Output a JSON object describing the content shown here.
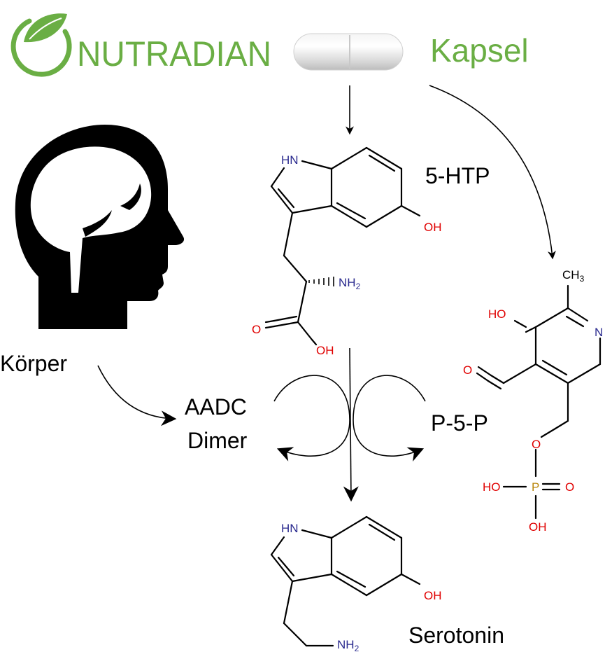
{
  "brand": {
    "name": "NUTRADIAN",
    "color": "#6aae44",
    "logo_icon": "leaf-circle-logo"
  },
  "capsule": {
    "label": "Kapsel",
    "icon": "capsule-icon"
  },
  "body": {
    "label": "Körper",
    "icon": "head-brain-icon"
  },
  "enzyme": {
    "line1": "AADC",
    "line2": "Dimer"
  },
  "molecules": {
    "htp": "5-HTP",
    "p5p": "P-5-P",
    "serotonin": "Serotonin"
  },
  "atoms": {
    "hn": "HN",
    "oh": "OH",
    "nh2_n": "NH",
    "nh2_sub": "2",
    "o": "O",
    "ho": "HO",
    "n": "N",
    "ch3_c": "CH",
    "ch3_sub": "3",
    "p": "P"
  },
  "colors": {
    "nitrogen": "#2b2b8f",
    "oxygen": "#e00000",
    "phosphorus": "#b8860b",
    "ink": "#000000"
  }
}
